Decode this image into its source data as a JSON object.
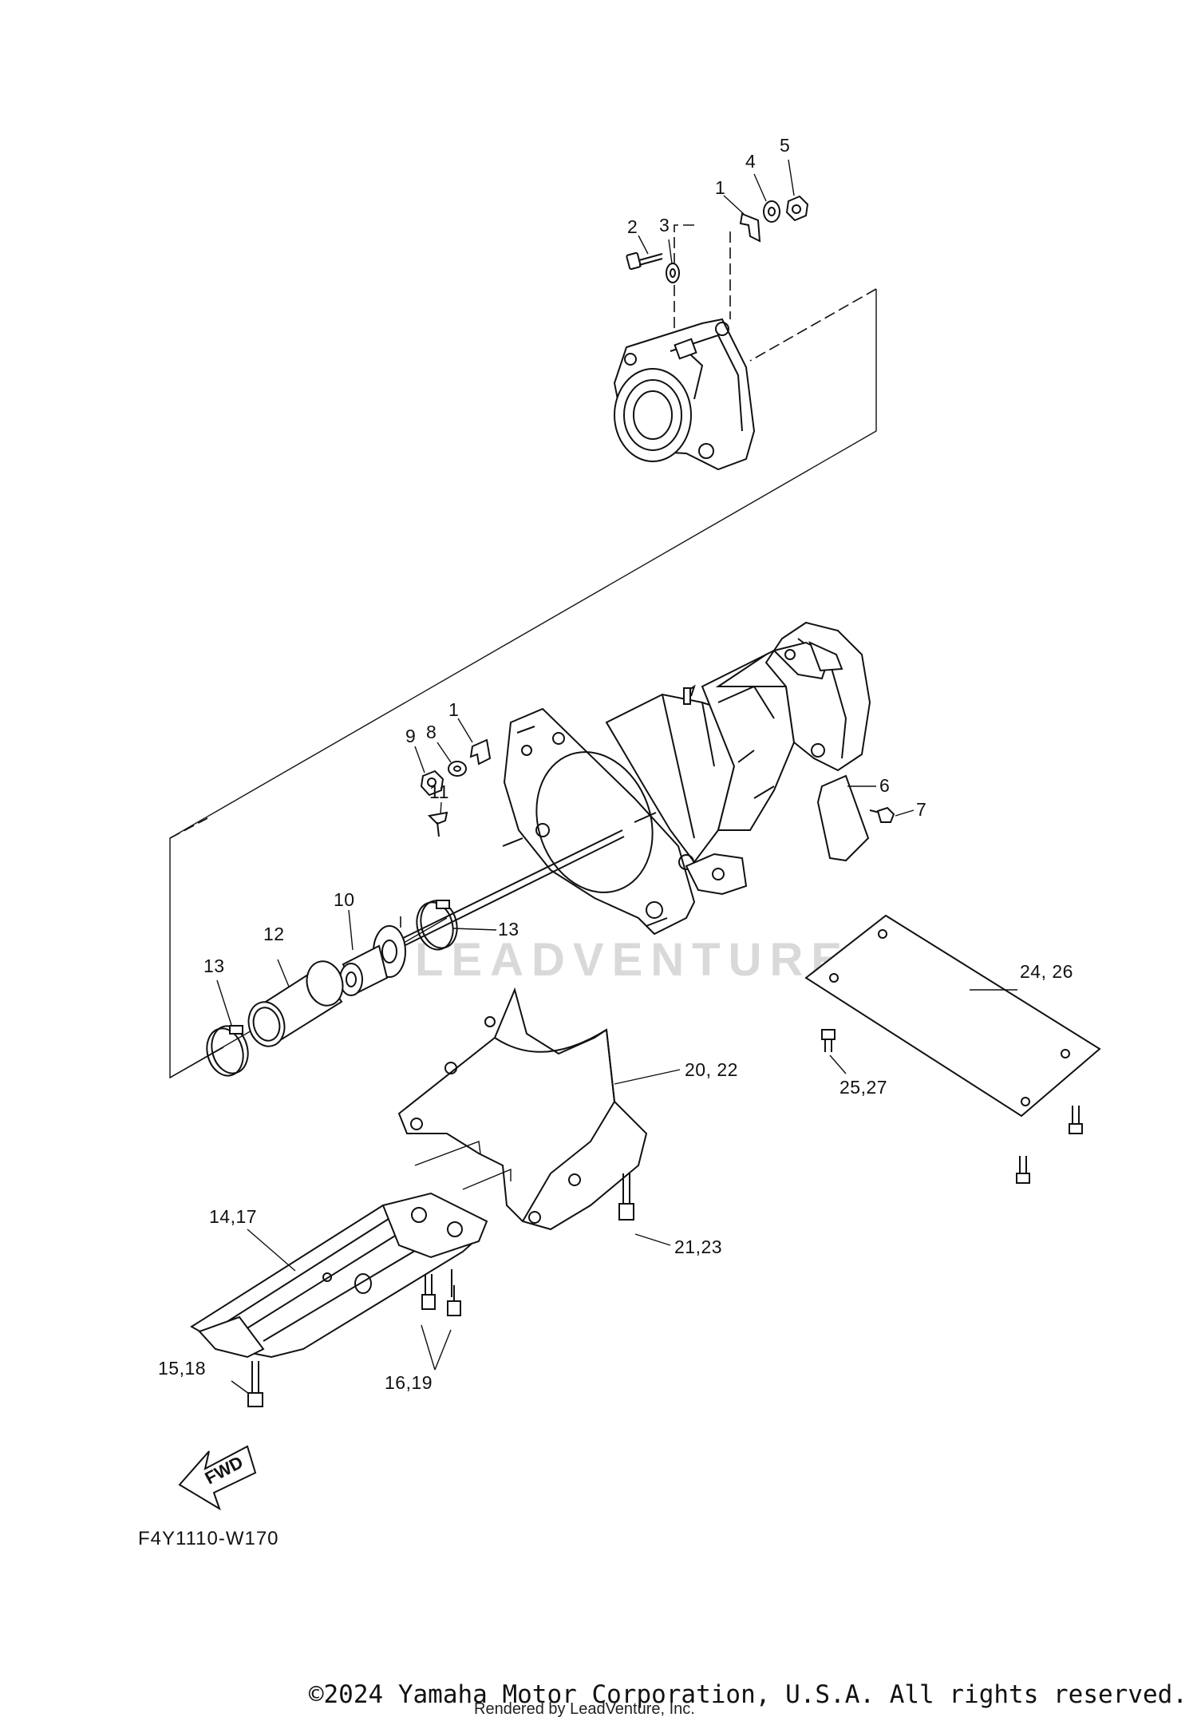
{
  "diagram": {
    "callouts": {
      "c1_top": "1",
      "c2": "2",
      "c3": "3",
      "c4": "4",
      "c5": "5",
      "c1_mid": "1",
      "c8": "8",
      "c9": "9",
      "c6": "6",
      "c7": "7",
      "c11": "11",
      "c10": "10",
      "c12": "12",
      "c13_left": "13",
      "c13_right": "13",
      "c24_26": "24, 26",
      "c20_22": "20, 22",
      "c25_27": "25,27",
      "c14_17": "14,17",
      "c21_23": "21,23",
      "c15_18": "15,18",
      "c16_19": "16,19"
    },
    "fwd_arrow_label": "FWD",
    "diagram_code": "F4Y1110-W170",
    "watermark": "LEADVENTURE"
  },
  "footer": {
    "copyright": "©2024 Yamaha Motor Corporation, U.S.A. All rights reserved.",
    "rendered_by": "Rendered by LeadVenture, Inc."
  }
}
